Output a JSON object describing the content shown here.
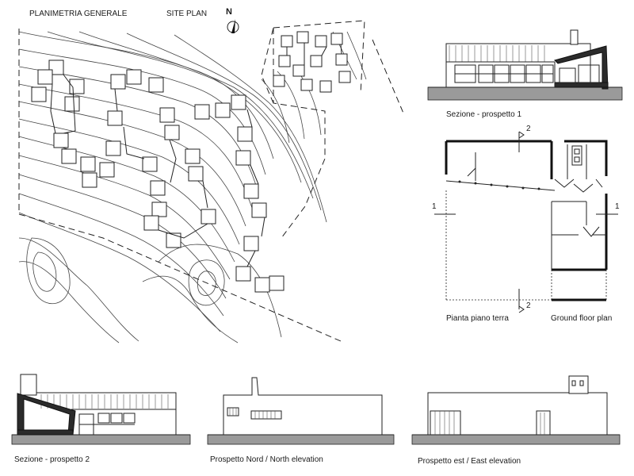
{
  "titles": {
    "planimetria": "PLANIMETRIA GENERALE",
    "site_plan": "SITE PLAN",
    "north": "N"
  },
  "captions": {
    "section1": "Sezione - prospetto 1",
    "plan_it": "Pianta piano terra",
    "plan_en": "Ground floor plan",
    "section2": "Sezione - prospetto 2",
    "north_elev": "Prospetto Nord  /  North elevation",
    "east_elev": "Prospetto est  /  East elevation"
  },
  "section_marks": {
    "top": "2",
    "bottom": "2",
    "left": "1",
    "right": "1"
  }
}
